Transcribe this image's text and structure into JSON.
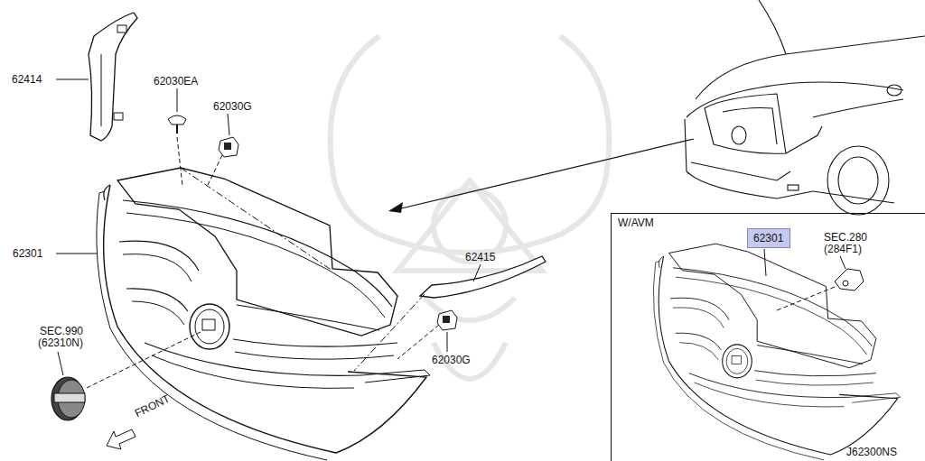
{
  "diagram": {
    "nodes": [
      {
        "text": [
          "W/AVM"
        ]
      },
      {
        "text": [
          "62301"
        ],
        "in": 0
      }
    ],
    "labels": [
      "62414",
      "62030EA",
      "62030G",
      "62301",
      "62415",
      "62030G",
      "SEC.990",
      "(62310N)",
      "FRONT",
      "SEC.280",
      "(284F1)",
      "J62300NS"
    ]
  }
}
